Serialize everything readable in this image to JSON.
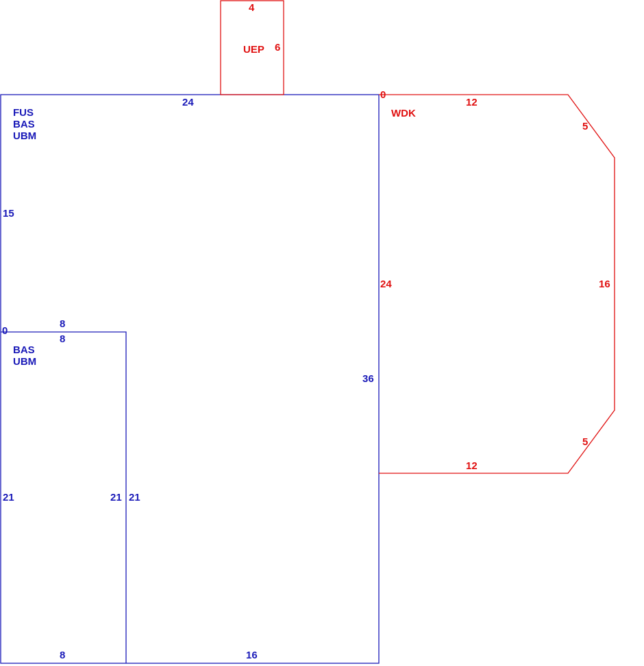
{
  "colors": {
    "primary_area": "#1a1ab8",
    "secondary_area": "#e01010"
  },
  "areas": {
    "main": {
      "codes": [
        "FUS",
        "BAS",
        "UBM"
      ],
      "dims": {
        "top": "24",
        "left_upper": "15",
        "right": "36",
        "bottom_right": "16"
      }
    },
    "sub": {
      "codes": [
        "BAS",
        "UBM"
      ],
      "dims": {
        "corner": "0",
        "top_outer": "8",
        "top_inner": "8",
        "left": "21",
        "right_inner": "21",
        "right_outer": "21",
        "bottom": "8"
      }
    },
    "uep": {
      "code": "UEP",
      "dims": {
        "top": "4",
        "side": "6"
      }
    },
    "wdk": {
      "code": "WDK",
      "dims": {
        "corner": "0",
        "top": "12",
        "upper_diag": "5",
        "left": "24",
        "right": "16",
        "lower_diag": "5",
        "bottom": "12"
      }
    }
  }
}
